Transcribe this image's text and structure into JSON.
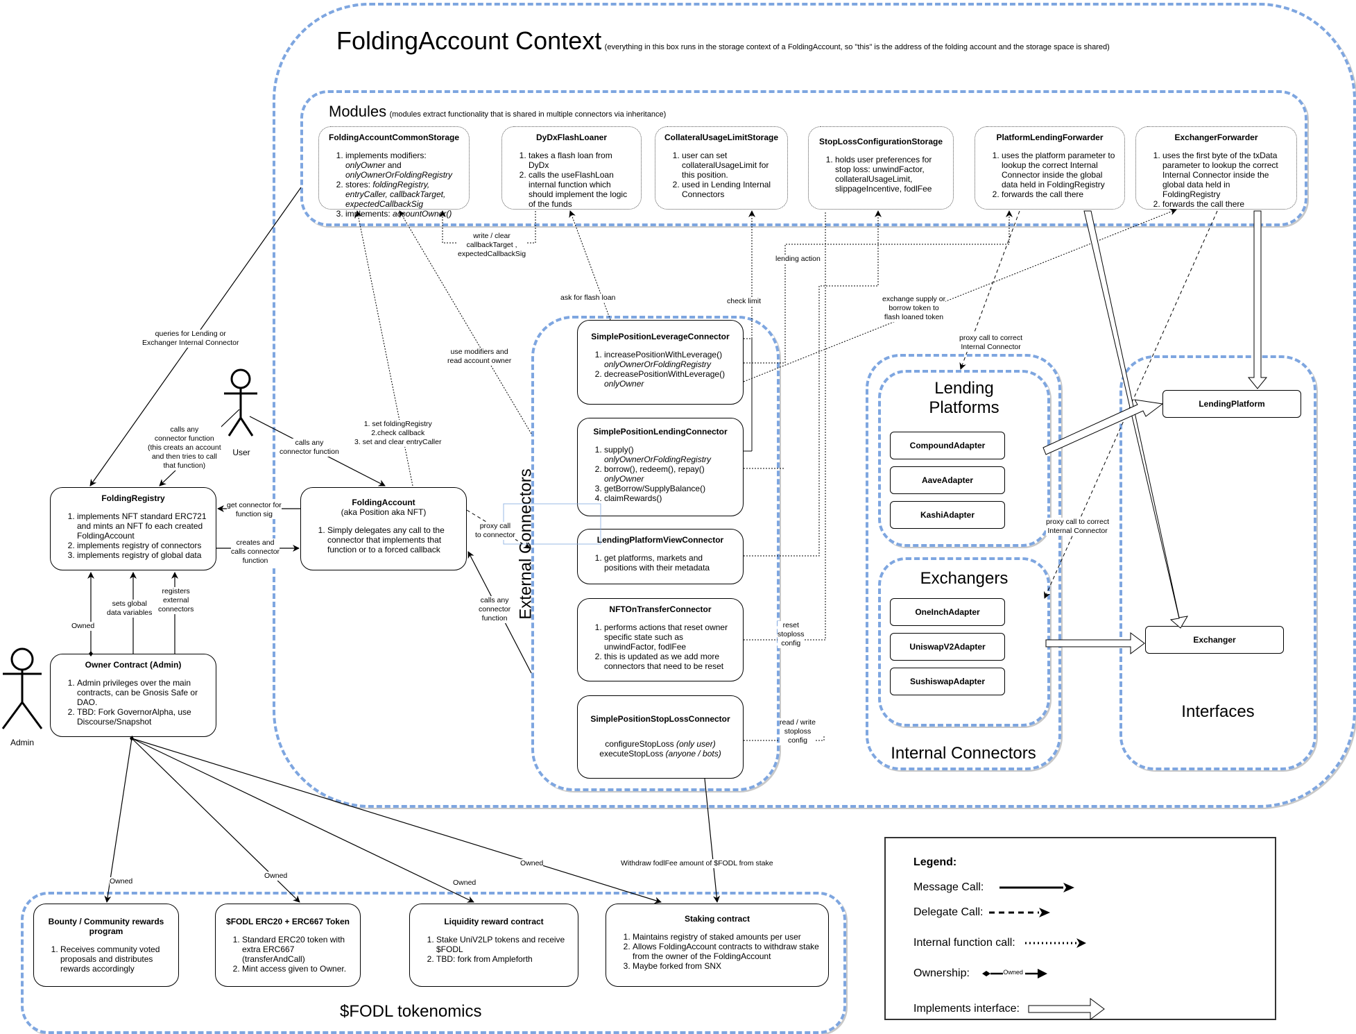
{
  "context": {
    "title": "FoldingAccount Context",
    "note": "(everything in this box runs in the storage context of a FoldingAccount, so \"this\" is the address of the folding account and the storage space is shared)"
  },
  "modules": {
    "title": "Modules",
    "note": "(modules extract functionality that is shared in multiple connectors via inheritance)",
    "items": [
      {
        "title": "FoldingAccountCommonStorage",
        "lines": [
          [
            "implements modifiers: ",
            "onlyOwner",
            " and ",
            "onlyOwnerOrFoldingRegistry"
          ],
          [
            "stores: ",
            "foldingRegistry, entryCaller, callbackTarget, expectedCallbackSig"
          ],
          [
            "implements: ",
            "accountOwner()"
          ]
        ]
      },
      {
        "title": "DyDxFlashLoaner",
        "lines": [
          "takes a flash loan from DyDx",
          "calls the useFlashLoan internal function which should implement the logic of the funds"
        ]
      },
      {
        "title": "CollateralUsageLimitStorage",
        "lines": [
          "user can set collateralUsageLimit for this position.",
          "used in Lending Internal Connectors"
        ]
      },
      {
        "title": "StopLossConfigurationStorage",
        "lines": [
          "holds user preferences for stop loss: unwindFactor, collateralUsageLimit, slippageIncentive, fodlFee"
        ]
      },
      {
        "title": "PlatformLendingForwarder",
        "lines": [
          "uses the platform parameter to lookup the correct Internal Connector inside the global data held in FoldingRegistry",
          "forwards the call there"
        ]
      },
      {
        "title": "ExchangerForwarder",
        "lines": [
          "uses the first byte of the txData parameter to lookup the correct Internal Connector inside the global data held in FoldingRegistry",
          "forwards the call there"
        ]
      }
    ]
  },
  "external_connectors": {
    "title": "External Connectors",
    "items": [
      {
        "title": "SimplePositionLeverageConnector",
        "lines": [
          [
            "increasePositionWithLeverage()",
            "onlyOwnerOrFoldingRegistry"
          ],
          [
            "decreasePositionWithLeverage()",
            "onlyOwner"
          ]
        ]
      },
      {
        "title": "SimplePositionLendingConnector",
        "lines": [
          [
            "supply()",
            "onlyOwnerOrFoldingRegistry"
          ],
          [
            "borrow(), redeem(), repay()",
            "onlyOwner"
          ],
          [
            "getBorrow/SupplyBalance()",
            ""
          ],
          [
            "claimRewards()",
            ""
          ]
        ]
      },
      {
        "title": "LendingPlatformViewConnector",
        "lines": [
          "get platforms, markets and positions with their metadata"
        ]
      },
      {
        "title": "NFTOnTransferConnector",
        "lines": [
          "performs actions that reset owner specific state such as unwindFactor, fodlFee",
          "this is updated as we add more connectors that need to be reset"
        ]
      },
      {
        "title": "SimplePositionStopLossConnector",
        "lines": [
          [
            "configureStopLoss ",
            "(only user)"
          ],
          [
            "executeStopLoss ",
            "(anyone / bots)"
          ]
        ]
      }
    ]
  },
  "internal_connectors": {
    "title": "Internal Connectors",
    "lending": {
      "title_line1": "Lending",
      "title_line2": "Platforms",
      "items": [
        "CompoundAdapter",
        "AaveAdapter",
        "KashiAdapter"
      ]
    },
    "exchangers": {
      "title": "Exchangers",
      "items": [
        "OneInchAdapter",
        "UniswapV2Adapter",
        "SushiswapAdapter"
      ]
    }
  },
  "interfaces": {
    "title": "Interfaces",
    "items": [
      "LendingPlatform",
      "Exchanger"
    ]
  },
  "folding_registry": {
    "title": "FoldingRegistry",
    "lines": [
      "implements NFT standard ERC721 and mints an NFT fo each created FoldingAccount",
      "implements registry of connectors",
      "implements registry of global data"
    ]
  },
  "folding_account": {
    "title": "FoldingAccount",
    "subtitle": "(aka Position aka NFT)",
    "lines": [
      "Simply delegates any call to the connector that implements that function or to a forced callback"
    ]
  },
  "owner_contract": {
    "title": "Owner Contract (Admin)",
    "lines": [
      "Admin privileges over the main contracts, can be Gnosis Safe or DAO.",
      "TBD: Fork GovernorAlpha, use Discourse/Snapshot"
    ]
  },
  "actors": {
    "user": "User",
    "admin": "Admin"
  },
  "tokenomics": {
    "title": "$FODL tokenomics",
    "items": [
      {
        "title": "Bounty / Community rewards program",
        "lines": [
          "Receives community voted proposals and distributes rewards accordingly"
        ]
      },
      {
        "title": "$FODL ERC20 + ERC667 Token",
        "lines": [
          "Standard ERC20 token with extra ERC667 (transferAndCall)",
          "Mint access given to Owner."
        ]
      },
      {
        "title": "Liquidity reward contract",
        "lines": [
          "Stake UniV2LP tokens and receive $FODL",
          "TBD: fork from Ampleforth"
        ]
      },
      {
        "title": "Staking contract",
        "lines": [
          "Maintains registry of staked amounts per user",
          "Allows FoldingAccount contracts to withdraw stake from the owner of the FoldingAccount",
          "Maybe forked from SNX"
        ]
      }
    ]
  },
  "edge_labels": {
    "queries": "queries for Lending or\nExchanger Internal Connector",
    "user_calls_registry": "calls any\nconnector function\n(this creats an account\nand then tries to call\nthat function)",
    "user_calls_account": "calls any\nconnector function",
    "get_connector": "get connector for\nfunction sig",
    "creates_and_calls": "creates and\ncalls connector\nfunction",
    "set_registry": "1. set foldingRegistry\n2.check callback\n3. set and clear entryCaller",
    "use_modifiers": "use modifiers and\nread account owner",
    "write_clear": "write / clear\ncallbackTarget ,\nexpectedCallbackSig",
    "ask_flash": "ask for flash loan",
    "check_limit": "check limit",
    "lending_action": "lending action",
    "exchange_supply": "exchange supply or\nborrow token to\nflash loaned token",
    "proxy_internal_1": "proxy call to correct\nInternal Connector",
    "proxy_internal_2": "proxy call to correct\nInternal Connector",
    "proxy_connector": "proxy call\nto connector",
    "calls_any_fn": "calls any\nconnector\nfunction",
    "reset_stoploss": "reset\nstoploss\nconfig",
    "rw_stoploss": "read / write\nstoploss\nconfig",
    "owned": "Owned",
    "sets_global": "sets global\ndata variables",
    "registers_external": "registers\nexternal\nconnectors",
    "withdraw_fee": "Withdraw fodlFee amount of $FODL from stake"
  },
  "legend": {
    "title": "Legend:",
    "items": [
      "Message Call:",
      "Delegate Call:",
      "Internal function call:",
      "Ownership:",
      "Implements interface:"
    ],
    "owned_tag": "Owned"
  },
  "colors": {
    "group_border": "#7ea6e0",
    "group_shadow": "#c8c8c8",
    "line": "#000000"
  }
}
